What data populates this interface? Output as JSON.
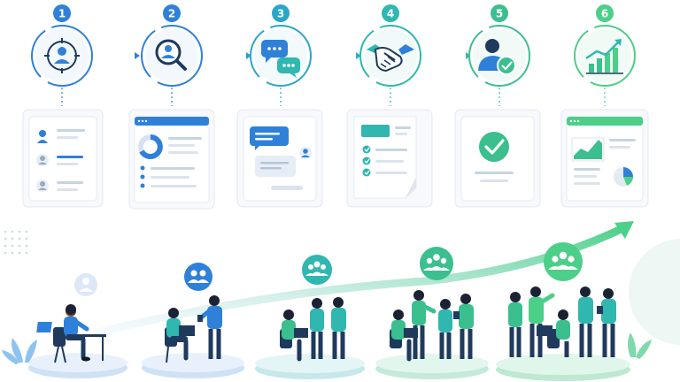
{
  "steps": [
    {
      "number": "1",
      "icon": "target-user-icon",
      "color": "#2f80d8"
    },
    {
      "number": "2",
      "icon": "search-user-icon",
      "color": "#2f80d8"
    },
    {
      "number": "3",
      "icon": "chat-bubbles-icon",
      "color": "#2aa6c8"
    },
    {
      "number": "4",
      "icon": "handshake-icon",
      "color": "#2fb7b0"
    },
    {
      "number": "5",
      "icon": "user-check-icon",
      "color": "#3bbf8f"
    },
    {
      "number": "6",
      "icon": "growth-chart-icon",
      "color": "#4ccf88"
    }
  ],
  "colors": {
    "blue": "#2f80d8",
    "teal": "#2fb7b0",
    "green": "#4ccf88",
    "navy": "#1f3a5c"
  }
}
